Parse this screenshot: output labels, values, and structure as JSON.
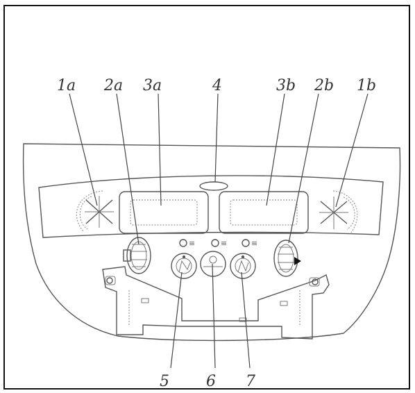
{
  "figure": {
    "callouts": [
      "1a",
      "2a",
      "3a",
      "4",
      "3b",
      "2b",
      "1b",
      "5",
      "6",
      "7"
    ],
    "indicator_marks": [
      "≡",
      "≡",
      "≡"
    ]
  }
}
